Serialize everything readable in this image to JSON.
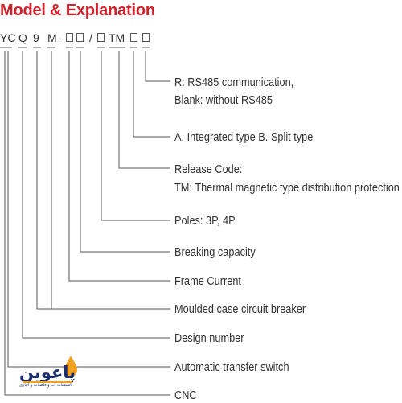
{
  "title": "Model & Explanation",
  "code": {
    "chars": [
      "YC",
      "Q",
      "9",
      "M",
      "-",
      "/",
      "TM"
    ]
  },
  "labels": [
    {
      "line1": "R: RS485 communication,",
      "line2": "Blank: without RS485"
    },
    {
      "line1": "A. Integrated type  B. Split type"
    },
    {
      "line1": "Release Code:",
      "line2": "TM: Thermal magnetic type distribution protection"
    },
    {
      "line1": "Poles: 3P, 4P"
    },
    {
      "line1": "Breaking capacity"
    },
    {
      "line1": "Frame Current"
    },
    {
      "line1": "Moulded case circuit breaker"
    },
    {
      "line1": "Design number"
    },
    {
      "line1": "Automatic transfer switch"
    },
    {
      "line1": "CNC"
    }
  ],
  "watermark": {
    "text": "پاعوین",
    "sub": "تاسیسات آب و فاضلاب و آبیاری"
  },
  "colors": {
    "title": "#d4202a",
    "text": "#333333",
    "lines": "#555555",
    "logo_accent": "#f0a020",
    "logo_main": "#1a2e6e"
  }
}
